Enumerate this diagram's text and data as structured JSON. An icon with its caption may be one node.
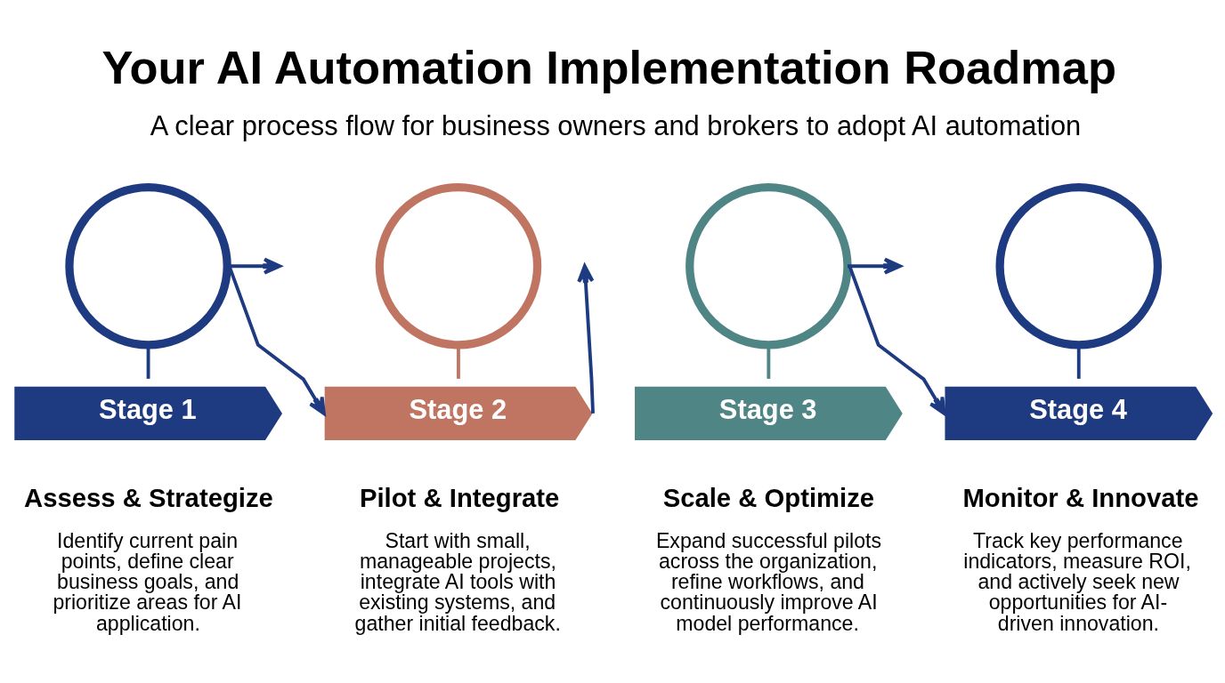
{
  "diagram": {
    "title": "Your AI Automation Implementation Roadmap",
    "nodes": [
      {
        "text": [],
        "shape": "circle"
      },
      {
        "text": [
          "Stage 1"
        ],
        "beside": [
          "Assess & Strategize",
          "Identify current pain points, define clear business goals, and prioritize areas for AI application."
        ]
      },
      {
        "text": [],
        "shape": "circle"
      },
      {
        "text": [
          "Stage 2"
        ],
        "beside": [
          "Pilot & Integrate",
          "Start with small, manageable projects, integrate AI tools with existing systems, and gather initial feedback."
        ]
      },
      {
        "text": [],
        "shape": "circle"
      },
      {
        "text": [
          "Stage 3"
        ],
        "beside": [
          "Scale & Optimize",
          "Expand successful pilots across the organization, refine workflows, and continuously improve AI model performance."
        ]
      },
      {
        "text": [],
        "shape": "circle"
      },
      {
        "text": [
          "Stage 4"
        ],
        "beside": [
          "Monitor & Innovate",
          "Track key performance indicators, measure ROI, and actively seek new opportunities for AI-driven innovation."
        ]
      }
    ],
    "edges": [
      {
        "from": 0,
        "to": 1,
        "arrow": "none"
      },
      {
        "from": 0,
        "to": 3,
        "arrow": "to"
      },
      {
        "from": 0,
        "to": null,
        "arrow": "to"
      },
      {
        "from": 2,
        "to": 3,
        "arrow": "none",
        "color": "#c07563"
      },
      {
        "from": 3,
        "to": null,
        "arrow": "to"
      },
      {
        "from": 4,
        "to": 5,
        "arrow": "none",
        "color": "#4f8585"
      },
      {
        "from": 4,
        "to": 7,
        "arrow": "to"
      },
      {
        "from": 4,
        "to": null,
        "arrow": "to"
      },
      {
        "from": 6,
        "to": 7,
        "arrow": "none"
      }
    ],
    "labels": [
      "A clear process flow for business owners and brokers to adopt AI automation"
    ]
  }
}
